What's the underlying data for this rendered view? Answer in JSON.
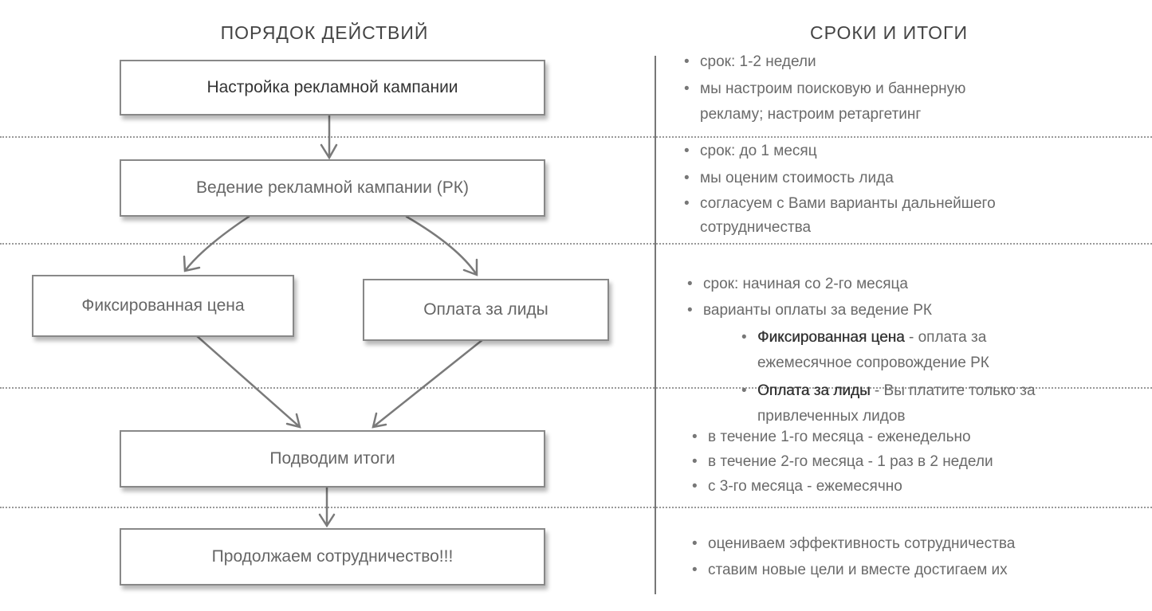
{
  "headers": {
    "left": "ПОРЯДОК ДЕЙСТВИЙ",
    "right": "СРОКИ И ИТОГИ"
  },
  "boxes": {
    "setup": "Настройка рекламной кампании",
    "management": "Ведение рекламной кампании (РК)",
    "fixed": "Фиксированная цена",
    "leads": "Оплата за лиды",
    "summary": "Подводим итоги",
    "continue": "Продолжаем сотрудничество!!!"
  },
  "bullet": "•",
  "right": {
    "s1": [
      "срок: 1-2 недели",
      "мы настроим поисковую и баннерную",
      "рекламу; настроим ретаргетинг"
    ],
    "s2": [
      "срок: до 1 месяц",
      "мы оценим стоимость лида",
      "согласуем с Вами варианты дальнейшего",
      "сотрудничества"
    ],
    "s3": {
      "l1": "срок: начиная со 2-го месяца",
      "l2": "варианты оплаты за ведение РК",
      "sub1_bold": "Фиксированная цена",
      "sub1_rest": " - оплата за",
      "sub1_cont": "ежемесячное сопровождение РК",
      "sub2_bold": "Оплата за лиды",
      "sub2_rest": " - Вы платите только за",
      "sub2_cont": "привлеченных лидов"
    },
    "s4": [
      "в течение 1-го месяца - еженедельно",
      "в течение 2-го месяца - 1 раз в 2 недели",
      "с 3-го месяца - ежемесячно"
    ],
    "s5": [
      "оцениваем эффективность сотрудничества",
      "ставим новые цели и вместе достигаем их"
    ]
  }
}
